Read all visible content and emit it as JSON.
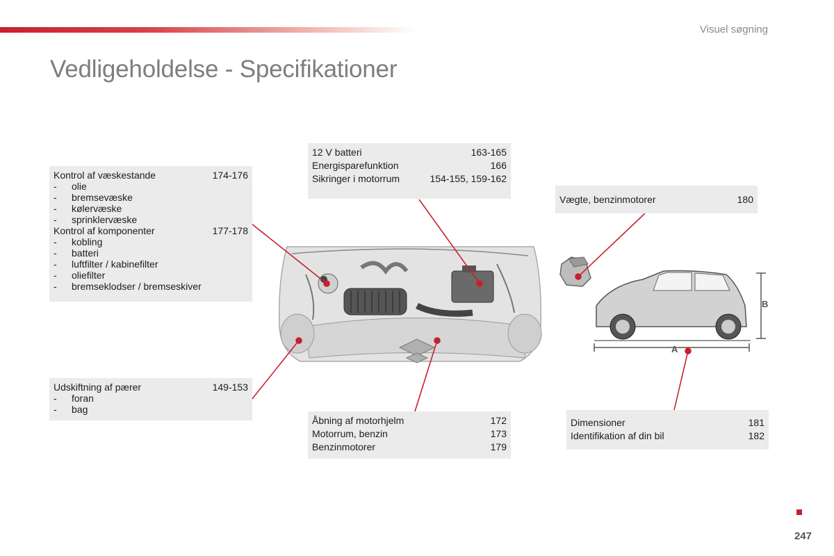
{
  "header": {
    "section_label": "Visuel søgning",
    "title": "Vedligeholdelse - Specifikationer"
  },
  "fluids_box": {
    "rows": [
      {
        "label": "Kontrol af væskestande",
        "pages": "174-176"
      }
    ],
    "fluids": [
      "olie",
      "bremsevæske",
      "kølervæske",
      "sprinklervæske"
    ],
    "components_row": {
      "label": "Kontrol af komponenter",
      "pages": "177-178"
    },
    "components": [
      "kobling",
      "batteri",
      "luftfilter / kabinefilter",
      "oliefilter",
      "bremseklodser / bremseskiver"
    ]
  },
  "bulbs_box": {
    "row": {
      "label": "Udskiftning af pærer",
      "pages": "149-153"
    },
    "items": [
      "foran",
      "bag"
    ]
  },
  "battery_box": {
    "rows": [
      {
        "label": "12 V batteri",
        "pages": "163-165"
      },
      {
        "label": "Energisparefunktion",
        "pages": "166"
      },
      {
        "label": "Sikringer i motorrum",
        "pages": "154-155, 159-162"
      }
    ]
  },
  "bonnet_box": {
    "rows": [
      {
        "label": "Åbning af motorhjelm",
        "pages": "172"
      },
      {
        "label": "Motorrum, benzin",
        "pages": "173"
      },
      {
        "label": "Benzinmotorer",
        "pages": "179"
      }
    ]
  },
  "weights_box": {
    "rows": [
      {
        "label": "Vægte, benzinmotorer",
        "pages": "180"
      }
    ]
  },
  "dimensions_box": {
    "rows": [
      {
        "label": "Dimensioner",
        "pages": "181"
      },
      {
        "label": "Identifikation af din bil",
        "pages": "182"
      }
    ]
  },
  "car_diagram": {
    "length_label": "A",
    "height_label": "B"
  },
  "footer": {
    "page_number": "247"
  },
  "colors": {
    "accent": "#c8202e",
    "box_bg": "#ebebeb",
    "title": "#7d7d7d"
  }
}
